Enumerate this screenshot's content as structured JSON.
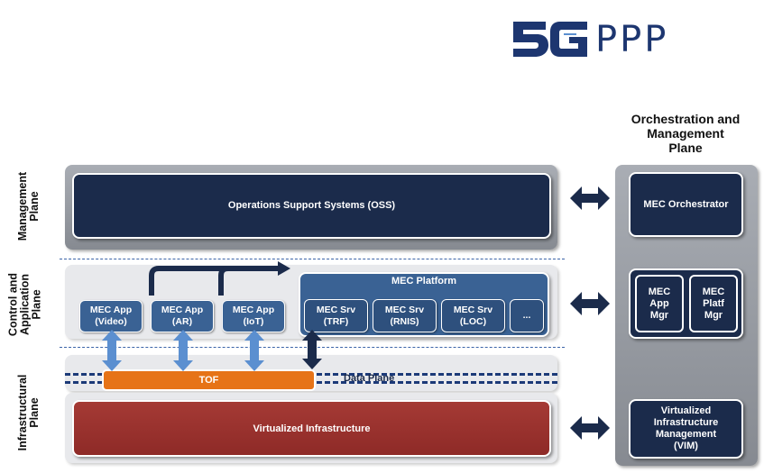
{
  "logo": {
    "mark": "5G",
    "text": "PPP",
    "color_dark": "#1d3670",
    "color_light": "#5b8fd0"
  },
  "side_labels": {
    "management": "Management\nPlane",
    "control": "Control and\nApplication\nPlane",
    "infrastructural": "Infrastructural\nPlane"
  },
  "orchestration_plane_title": "Orchestration and\nManagement\nPlane",
  "management_plane": {
    "oss": "Operations Support Systems (OSS)"
  },
  "control_plane": {
    "apps": [
      {
        "label": "MEC App\n(Video)"
      },
      {
        "label": "MEC App\n(AR)"
      },
      {
        "label": "MEC App\n(IoT)"
      }
    ],
    "platform": {
      "title": "MEC Platform",
      "services": [
        {
          "label": "MEC Srv\n(TRF)"
        },
        {
          "label": "MEC Srv\n(RNIS)"
        },
        {
          "label": "MEC Srv\n(LOC)"
        },
        {
          "label": "..."
        }
      ]
    }
  },
  "infrastructure_plane": {
    "tof": "TOF",
    "data_plane": "Data Plane",
    "virtualized_infrastructure": "Virtualized Infrastructure"
  },
  "orchestration": {
    "orchestrator": "MEC Orchestrator",
    "app_mgr": "MEC\nApp\nMgr",
    "platf_mgr": "MEC\nPlatf\nMgr",
    "vim": "Virtualized\nInfrastructure\nManagement\n(VIM)"
  },
  "colors": {
    "navy": "#1b2b4b",
    "blue": "#3a6294",
    "maroon": "#9b332f",
    "orange": "#e67317",
    "arrow_light": "#5b8fd0"
  }
}
